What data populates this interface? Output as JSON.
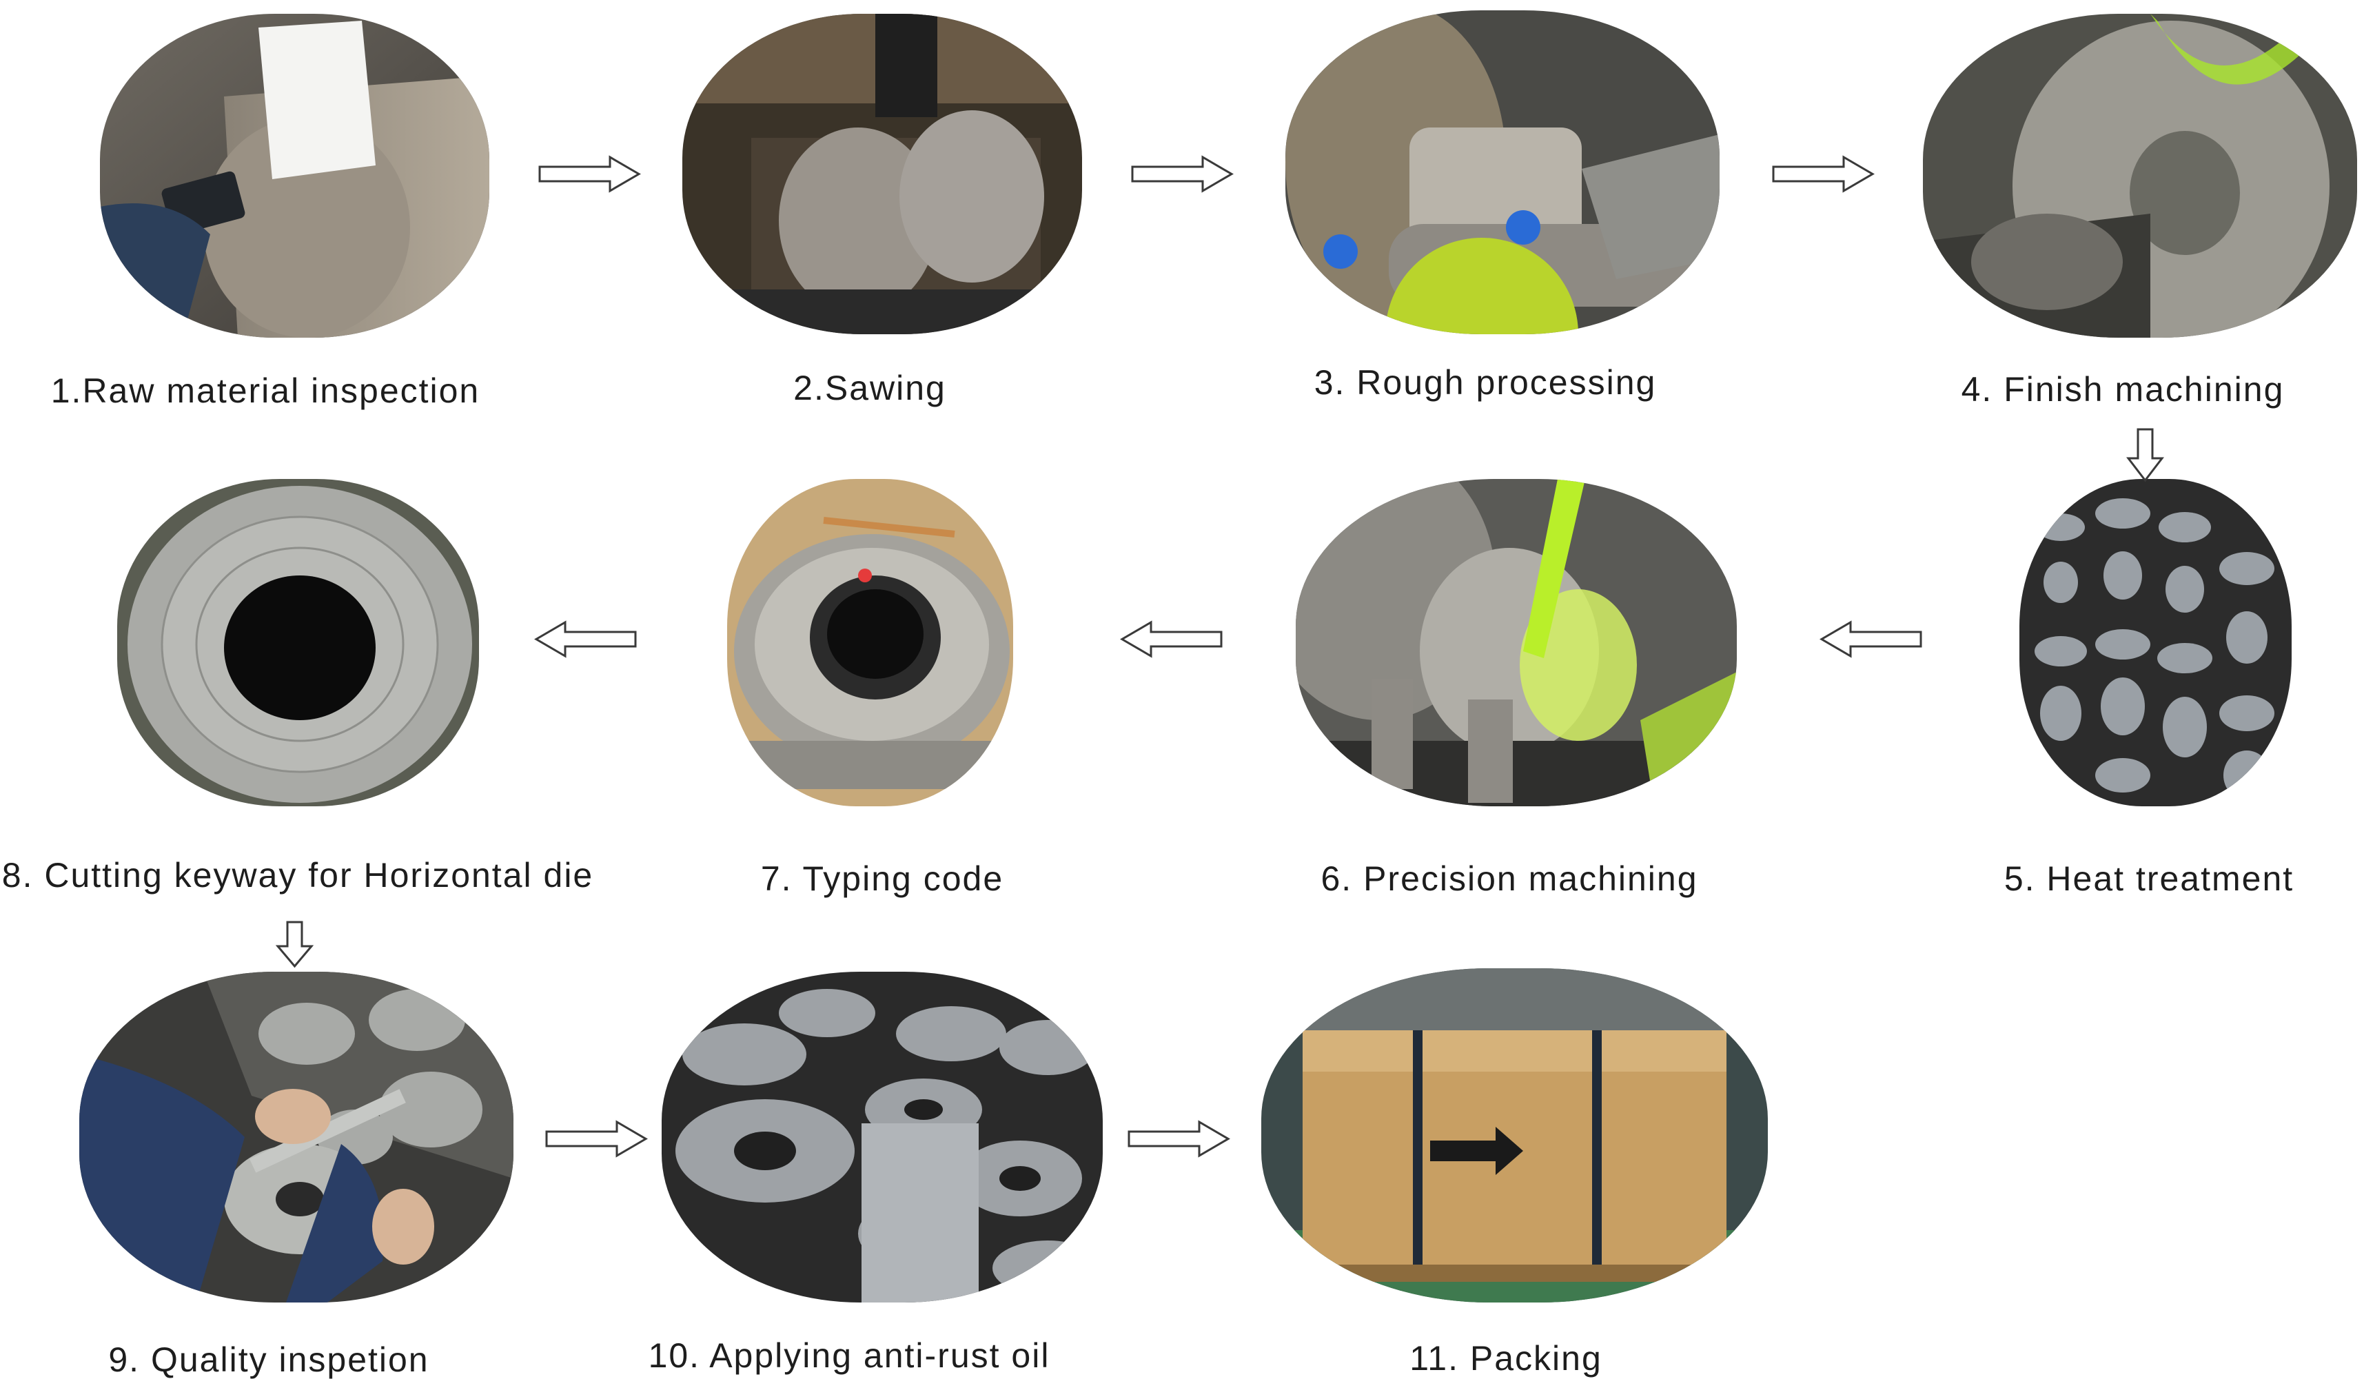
{
  "steps": [
    {
      "label": "1.Raw material inspection",
      "photo": "steel-billet-inspection-photo"
    },
    {
      "label": "2.Sawing",
      "photo": "band-saw-cutting-photo"
    },
    {
      "label": "3. Rough processing",
      "photo": "lathe-rough-turning-photo"
    },
    {
      "label": "4. Finish machining",
      "photo": "lathe-finish-turning-photo"
    },
    {
      "label": "5. Heat treatment",
      "photo": "stacked-rollers-photo"
    },
    {
      "label": "6. Precision machining",
      "photo": "precision-turning-photo"
    },
    {
      "label": "7. Typing code",
      "photo": "laser-marking-photo"
    },
    {
      "label": "8. Cutting keyway for Horizontal die",
      "photo": "keyway-roller-photo"
    },
    {
      "label": "9. Quality  inspetion",
      "photo": "caliper-measurement-photo"
    },
    {
      "label": "10. Applying anti-rust oil",
      "photo": "oiled-rollers-photo"
    },
    {
      "label": "11. Packing",
      "photo": "wooden-crate-photo"
    }
  ],
  "colors": {
    "text": "#1d1d1d",
    "arrow_stroke": "#3a3a3a",
    "steel_light": "#c9ccd0",
    "steel_dark": "#5f656c",
    "coolant_green": "#9be22a",
    "wood": "#c89f63",
    "strap": "#1f2a38"
  }
}
